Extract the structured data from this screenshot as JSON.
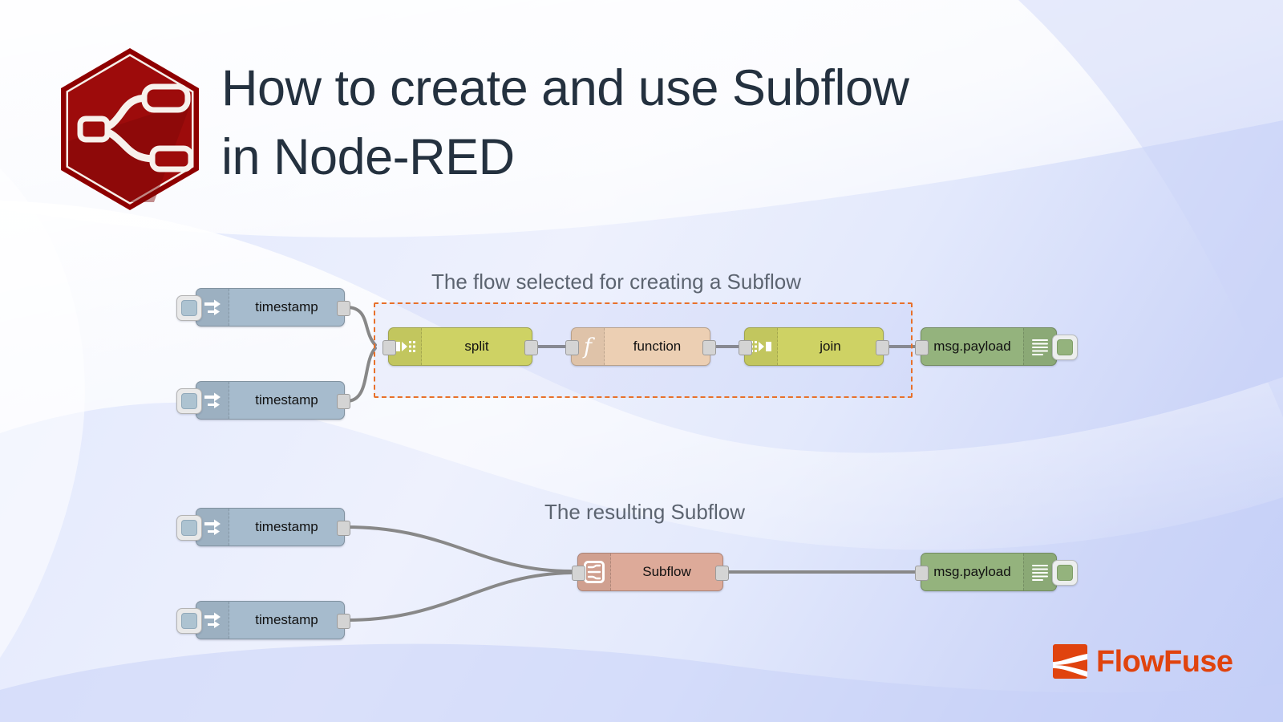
{
  "header": {
    "title_line1": "How to create and use Subflow",
    "title_line2": "in Node-RED",
    "logo_name": "node-red-hexagon-logo"
  },
  "canvas": {
    "top_flow": {
      "label": "The flow selected for creating a Subflow",
      "nodes": [
        {
          "id": "inject1",
          "type": "inject",
          "label": "timestamp",
          "icon": "inject-arrow-icon",
          "color": "#a6bbcd"
        },
        {
          "id": "inject2",
          "type": "inject",
          "label": "timestamp",
          "icon": "inject-arrow-icon",
          "color": "#a6bbcd"
        },
        {
          "id": "split",
          "type": "split",
          "label": "split",
          "icon": "split-icon",
          "color": "#ced264"
        },
        {
          "id": "function",
          "type": "function",
          "label": "function",
          "icon": "function-f-icon",
          "color": "#eccfb3"
        },
        {
          "id": "join",
          "type": "join",
          "label": "join",
          "icon": "join-icon",
          "color": "#ced264"
        },
        {
          "id": "debug1",
          "type": "debug",
          "label": "msg.payload",
          "icon": "debug-lines-icon",
          "color": "#94b37d"
        }
      ],
      "selection_color": "#e8702a"
    },
    "bottom_flow": {
      "label": "The resulting Subflow",
      "nodes": [
        {
          "id": "inject3",
          "type": "inject",
          "label": "timestamp",
          "icon": "inject-arrow-icon",
          "color": "#a6bbcd"
        },
        {
          "id": "inject4",
          "type": "inject",
          "label": "timestamp",
          "icon": "inject-arrow-icon",
          "color": "#a6bbcd"
        },
        {
          "id": "subflow",
          "type": "subflow",
          "label": "Subflow",
          "icon": "subflow-icon",
          "color": "#ddaa99"
        },
        {
          "id": "debug2",
          "type": "debug",
          "label": "msg.payload",
          "icon": "debug-lines-icon",
          "color": "#94b37d"
        }
      ]
    },
    "wire_color": "#888888"
  },
  "footer": {
    "brand": "FlowFuse",
    "brand_color": "#e0430e",
    "mark_name": "flowfuse-mark-icon"
  }
}
